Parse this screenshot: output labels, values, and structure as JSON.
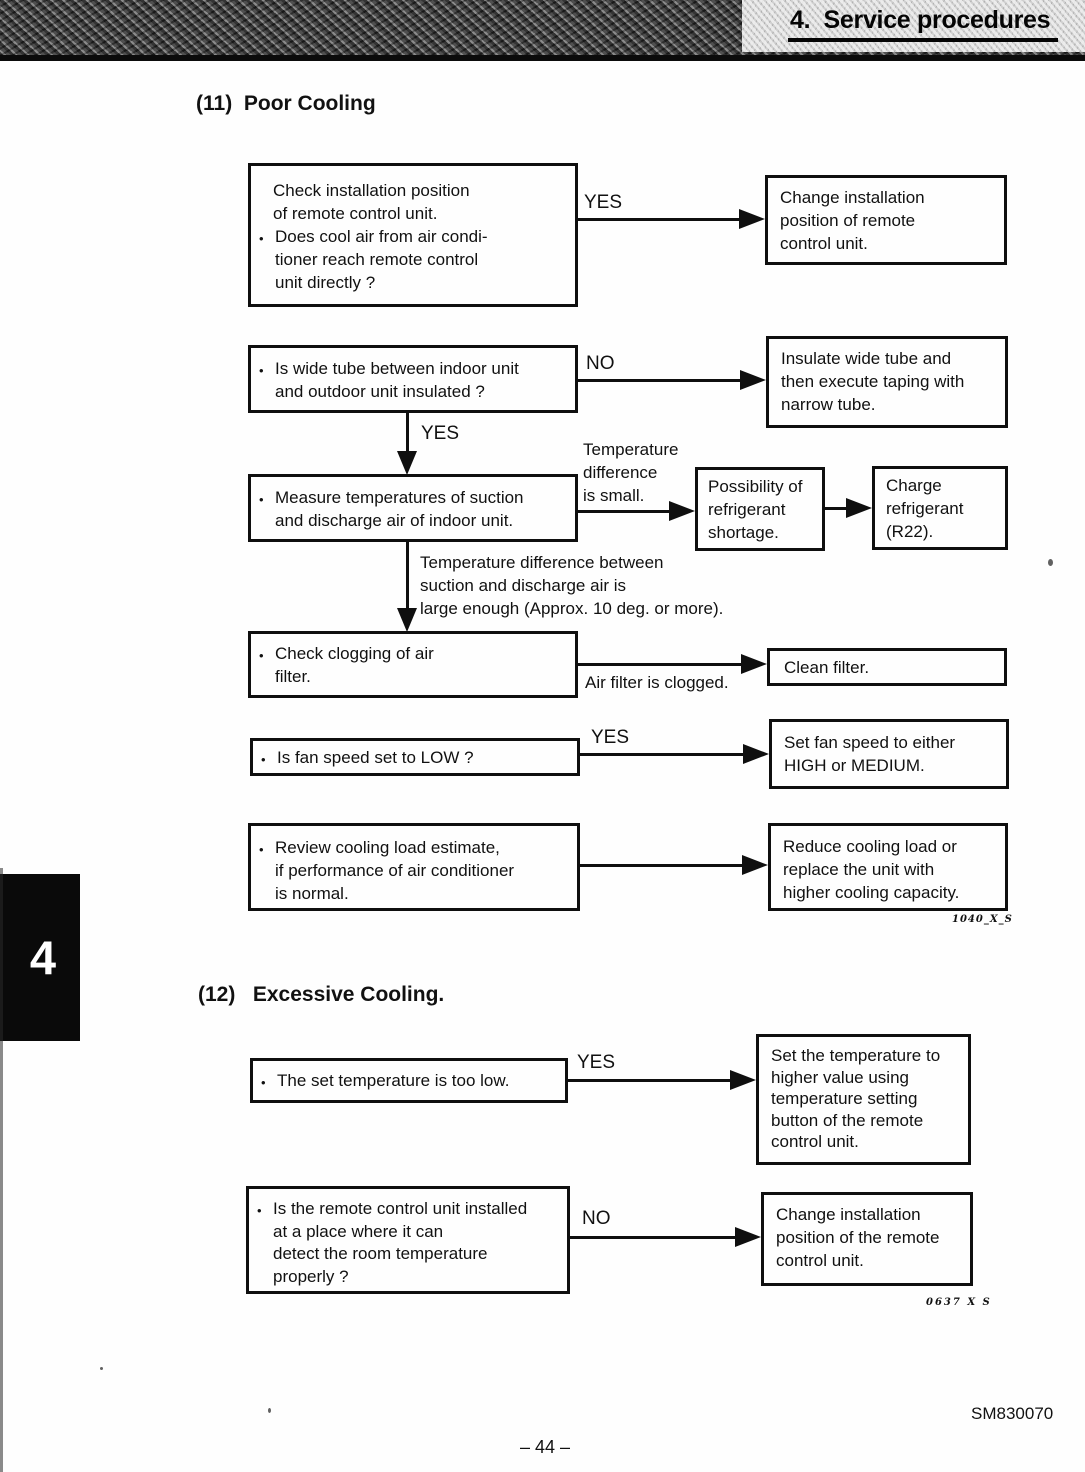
{
  "header": {
    "section_label": "4.  Service procedures"
  },
  "side_tab": {
    "label": "4"
  },
  "glyphs": {
    "bullet": "•"
  },
  "colors": {
    "ink": "#111111",
    "paper": "#fefefe"
  },
  "s11": {
    "title": "(11)  Poor Cooling",
    "b1l_intro": "Check installation position\nof remote control unit.",
    "b1l_bullet": "Does cool air from air condi-\ntioner reach remote control\nunit directly ?",
    "yes1": "YES",
    "b1r": "Change installation\nposition of remote\ncontrol unit.",
    "b2l": "Is wide tube between indoor unit\nand outdoor unit insulated ?",
    "no2": "NO",
    "b2r": "Insulate wide tube and\nthen execute taping with\nnarrow tube.",
    "yes2": "YES",
    "b3l": "Measure temperatures of suction\nand discharge air of indoor unit.",
    "lbl3": "Temperature\ndifference\nis small.",
    "b3m": "Possibility of\nrefrigerant\nshortage.",
    "b3r": "Charge\nrefrigerant\n(R22).",
    "down3": "Temperature difference between\nsuction and discharge air is\nlarge enough (Approx. 10 deg. or more).",
    "b4l": "Check clogging of air\nfilter.",
    "lbl4": "Air filter is clogged.",
    "b4r": "Clean filter.",
    "b5l": "Is fan speed set to LOW ?",
    "yes5": "YES",
    "b5r": "Set fan speed to either\nHIGH or MEDIUM.",
    "b6l": "Review cooling load estimate,\nif performance of air conditioner\nis normal.",
    "b6r": "Reduce cooling load or\nreplace the unit with\nhigher cooling capacity.",
    "note": "1040_X_S"
  },
  "s12": {
    "title": "(12)   Excessive Cooling.",
    "c1l": "The set temperature is too low.",
    "yes1": "YES",
    "c1r": "Set the temperature to\nhigher value using\ntemperature setting\nbutton of the remote\ncontrol unit.",
    "c2l": "Is the remote control unit installed\nat a place where it can\ndetect the room temperature\nproperly ?",
    "no2": "NO",
    "c2r": "Change installation\nposition of the remote\ncontrol unit.",
    "note": "0637 X S"
  },
  "footer": {
    "page_number": "– 44 –",
    "doc_number": "SM830070"
  }
}
